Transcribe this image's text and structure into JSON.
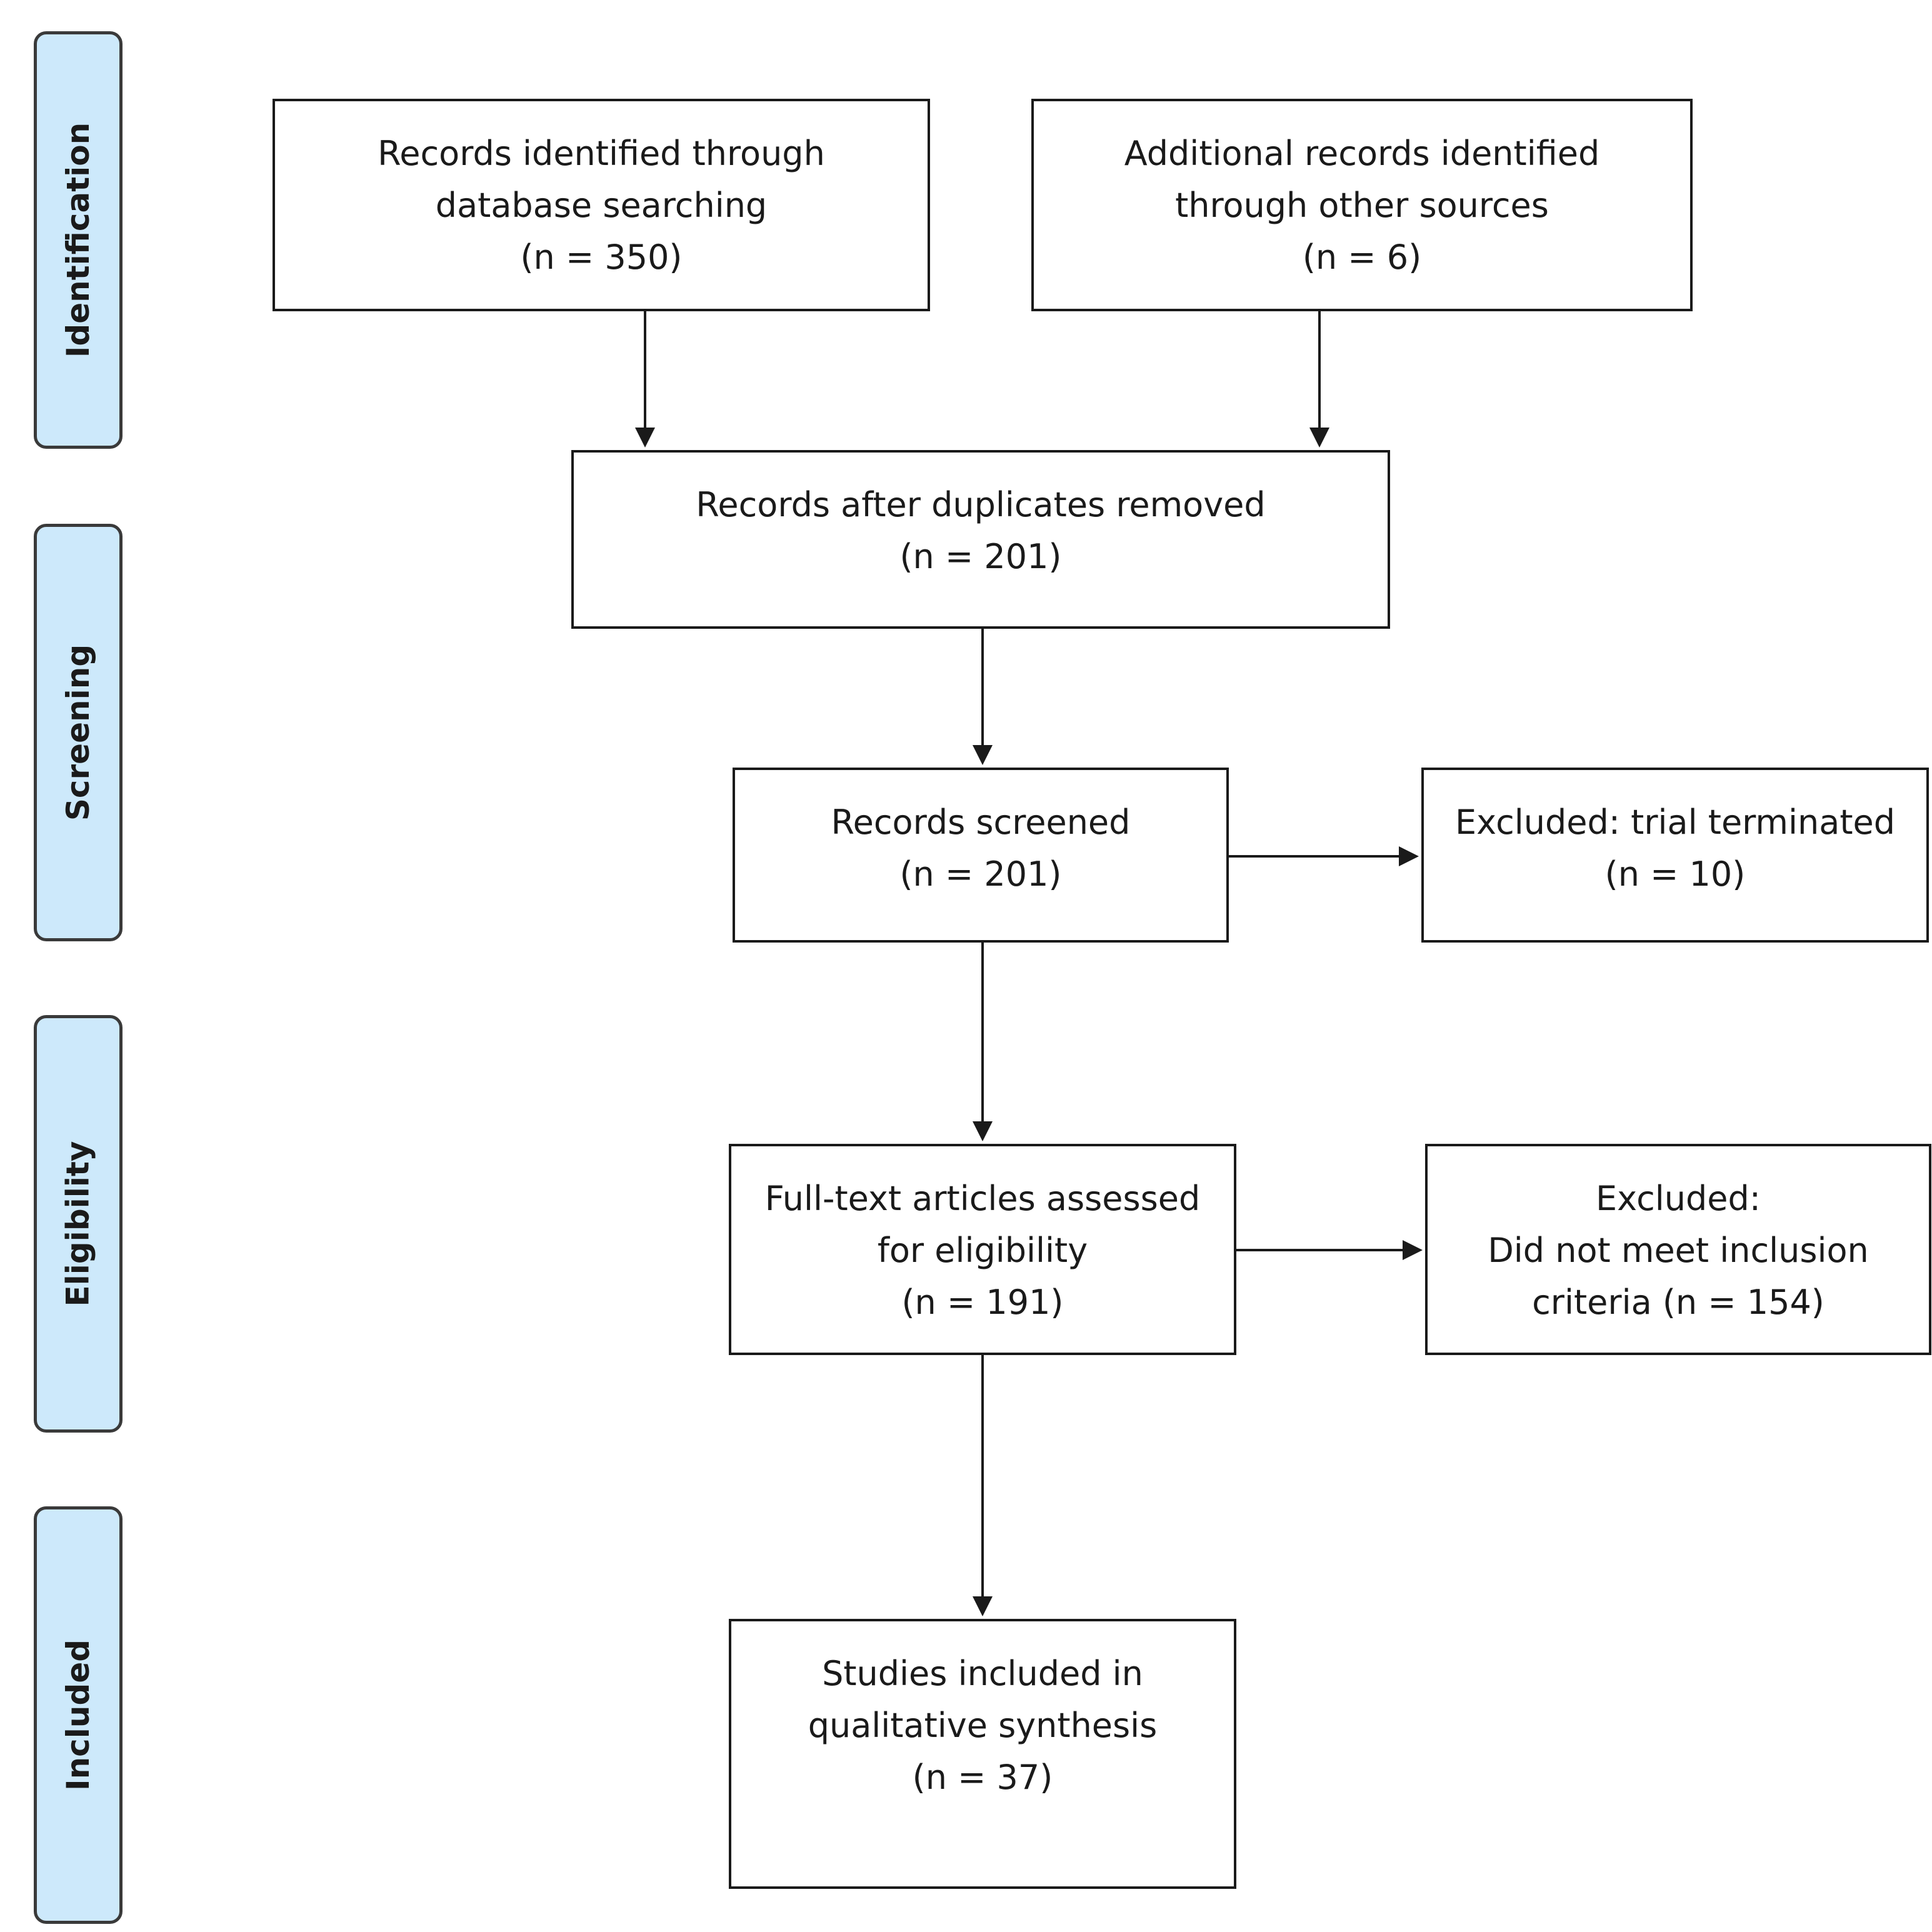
{
  "stages": [
    {
      "label": "Identification"
    },
    {
      "label": "Screening"
    },
    {
      "label": "Eligibility"
    },
    {
      "label": "Included"
    }
  ],
  "boxes": {
    "database": {
      "lines": [
        "Records identified through",
        "database searching",
        "(n = 350)"
      ]
    },
    "other_sources": {
      "lines": [
        "Additional records identified",
        "through other sources",
        "(n = 6)"
      ]
    },
    "deduplicated": {
      "lines": [
        "Records after duplicates removed",
        "(n = 201)"
      ]
    },
    "screened": {
      "lines": [
        "Records screened",
        "(n = 201)"
      ]
    },
    "excluded_trial": {
      "lines": [
        "Excluded: trial terminated",
        "(n = 10)"
      ]
    },
    "full_text": {
      "lines": [
        "Full-text articles assessed",
        "for eligibility",
        "(n = 191)"
      ]
    },
    "excluded_criteria": {
      "lines": [
        "Excluded:",
        "Did not meet inclusion",
        "criteria (n = 154)"
      ]
    },
    "included": {
      "lines": [
        "Studies included in",
        "qualitative synthesis",
        "(n = 37)"
      ]
    }
  },
  "colors": {
    "stage_fill": "#cde9fb",
    "stage_border": "#3a3a3a",
    "box_border": "#1a1a1a",
    "arrow": "#1a1a1a"
  }
}
